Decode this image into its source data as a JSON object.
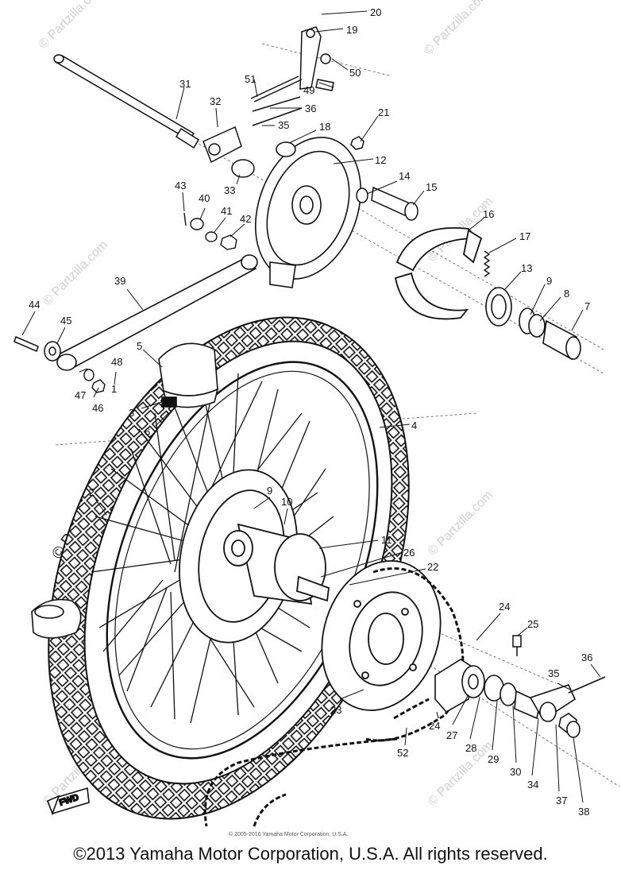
{
  "diagram": {
    "callouts": [
      "1",
      "2",
      "3",
      "4",
      "5",
      "6",
      "7",
      "8",
      "9",
      "10",
      "11",
      "12",
      "13",
      "14",
      "15",
      "16",
      "17",
      "18",
      "19",
      "20",
      "21",
      "22",
      "23",
      "24",
      "24",
      "25",
      "26",
      "27",
      "28",
      "29",
      "30",
      "31",
      "32",
      "33",
      "34",
      "35",
      "35",
      "36",
      "36",
      "37",
      "38",
      "39",
      "40",
      "41",
      "42",
      "43",
      "44",
      "45",
      "46",
      "47",
      "48",
      "49",
      "50",
      "51",
      "52"
    ],
    "watermark": "© Partzilla.com",
    "watermark_large": "© Partzilla.com",
    "direction_label": "FWD",
    "small_copyright": "© 2005-2016 Yamaha Motor Corporation, U.S.A."
  },
  "footer": {
    "copyright": "©2013 Yamaha Motor Corporation, U.S.A. All rights reserved."
  }
}
